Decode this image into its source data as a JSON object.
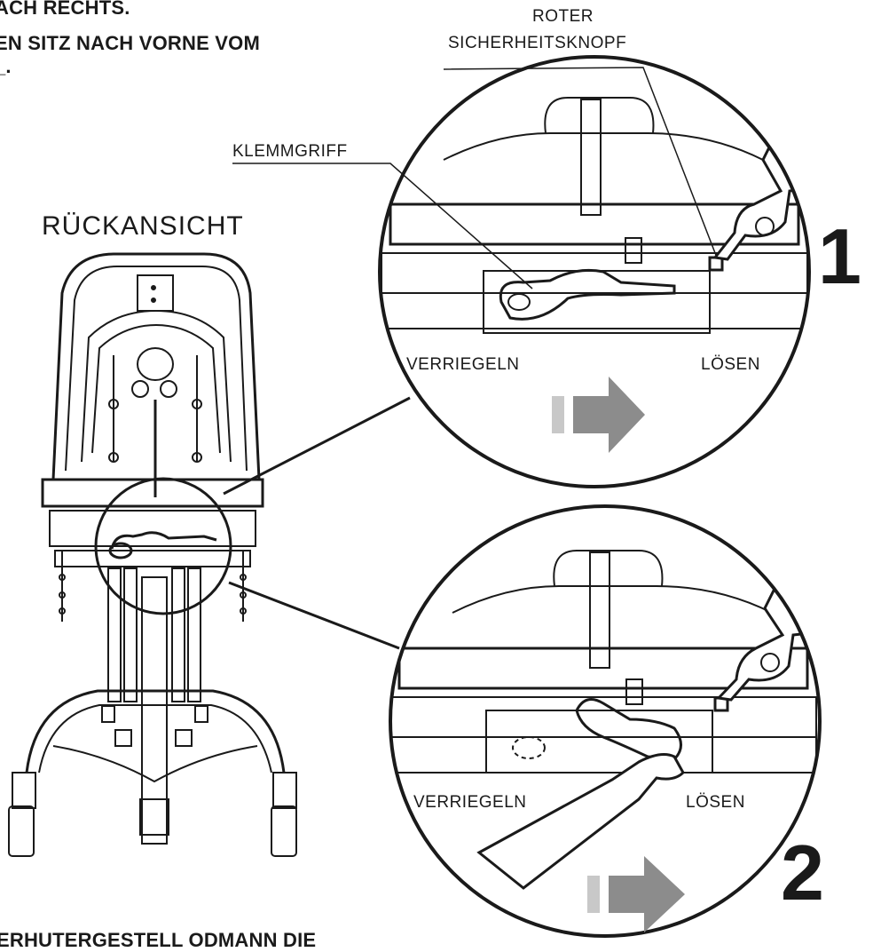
{
  "instructions": {
    "line1": "ACH RECHTS.",
    "line2": "EN SITZ NACH VORNE VOM",
    "line3": "_.",
    "bottom": "ERHUTERGESTELL ODMANN DIE"
  },
  "labels": {
    "red_button_line1": "ROTER",
    "red_button_line2": "SICHERHEITSKNOPF",
    "clamp_grip": "KLEMMGRIFF",
    "rear_view": "RÜCKANSICHT",
    "lock_1": "VERRIEGELN",
    "release_1": "LÖSEN",
    "lock_2": "VERRIEGELN",
    "release_2": "LÖSEN"
  },
  "steps": {
    "step1": "1",
    "step2": "2"
  },
  "colors": {
    "line": "#1a1a1a",
    "arrow_light": "#c8c8c8",
    "arrow_dark": "#8c8c8c"
  }
}
